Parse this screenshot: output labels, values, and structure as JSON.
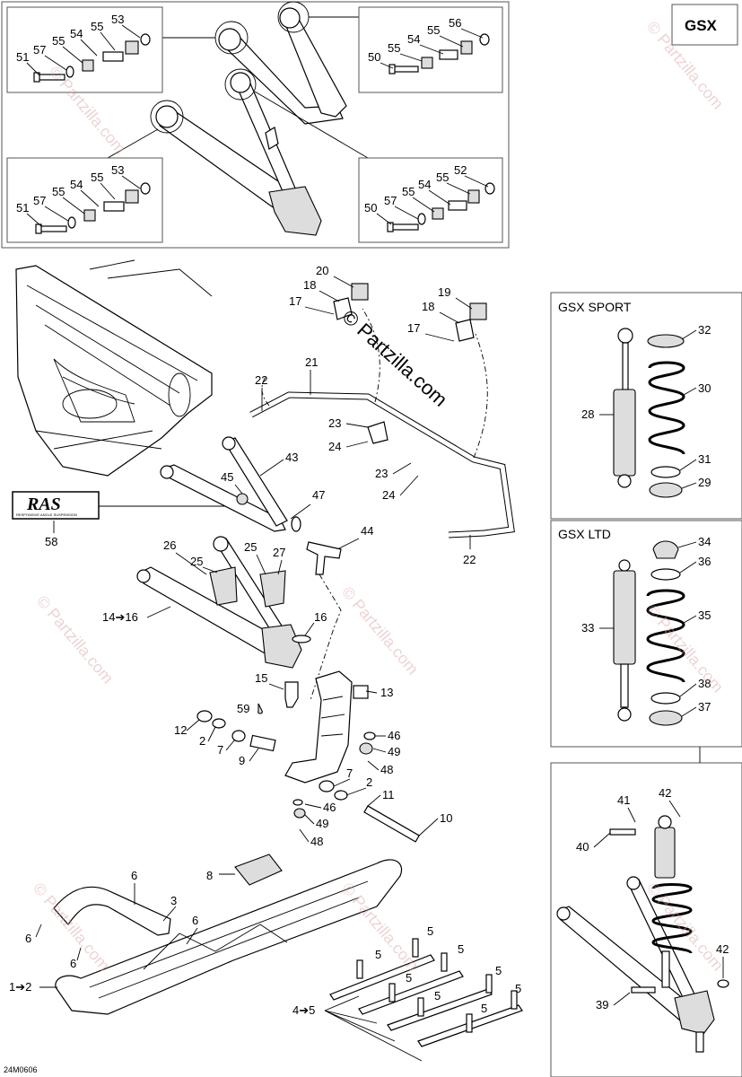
{
  "diagram": {
    "model_badge": "GSX",
    "document_code": "24M0606",
    "watermark_main": "© Partzilla.com",
    "watermark_repeat": "© Partzilla.com",
    "logo_text": "RAS",
    "logo_subtext": "RESPONSIVE ANGLE SUSPENSION",
    "panels": {
      "sport": "GSX SPORT",
      "ltd": "GSX LTD"
    },
    "callouts": {
      "tl_51": "51",
      "tl_57": "57",
      "tl_55a": "55",
      "tl_54": "54",
      "tl_55b": "55",
      "tl_53": "53",
      "tr_50": "50",
      "tr_55a": "55",
      "tr_54": "54",
      "tr_55b": "55",
      "tr_56": "56",
      "bl_51": "51",
      "bl_57": "57",
      "bl_55a": "55",
      "bl_54": "54",
      "bl_55b": "55",
      "bl_53": "53",
      "br_50": "50",
      "br_57": "57",
      "br_55a": "55",
      "br_54": "54",
      "br_55b": "55",
      "br_52": "52",
      "c20": "20",
      "c18a": "18",
      "c17a": "17",
      "c19": "19",
      "c18b": "18",
      "c17b": "17",
      "c21": "21",
      "c22a": "22",
      "c22b": "22",
      "c23a": "23",
      "c24a": "24",
      "c23b": "23",
      "c24b": "24",
      "c43": "43",
      "c45": "45",
      "c47": "47",
      "c44": "44",
      "c58": "58",
      "c26": "26",
      "c25a": "25",
      "c25b": "25",
      "c27": "27",
      "c14_16": "14➔16",
      "c16": "16",
      "c15": "15",
      "c13": "13",
      "c59": "59",
      "c12": "12",
      "c2a": "2",
      "c7a": "7",
      "c9": "9",
      "c46a": "46",
      "c49a": "49",
      "c48a": "48",
      "c7b": "7",
      "c2b": "2",
      "c11": "11",
      "c46b": "46",
      "c49b": "49",
      "c48b": "48",
      "c10": "10",
      "c6a": "6",
      "c8": "8",
      "c3": "3",
      "c6b": "6",
      "c6c": "6",
      "c6d": "6",
      "c1_2": "1➔2",
      "c5a": "5",
      "c5b": "5",
      "c5c": "5",
      "c5d": "5",
      "c5e": "5",
      "c5f": "5",
      "c5g": "5",
      "c5h": "5",
      "c4_5": "4➔5",
      "s32": "32",
      "s30": "30",
      "s28": "28",
      "s31": "31",
      "s29": "29",
      "l34": "34",
      "l36": "36",
      "l35": "35",
      "l33": "33",
      "l38": "38",
      "l37": "37",
      "a41": "41",
      "a42a": "42",
      "a40": "40",
      "a42b": "42",
      "a39": "39"
    }
  }
}
